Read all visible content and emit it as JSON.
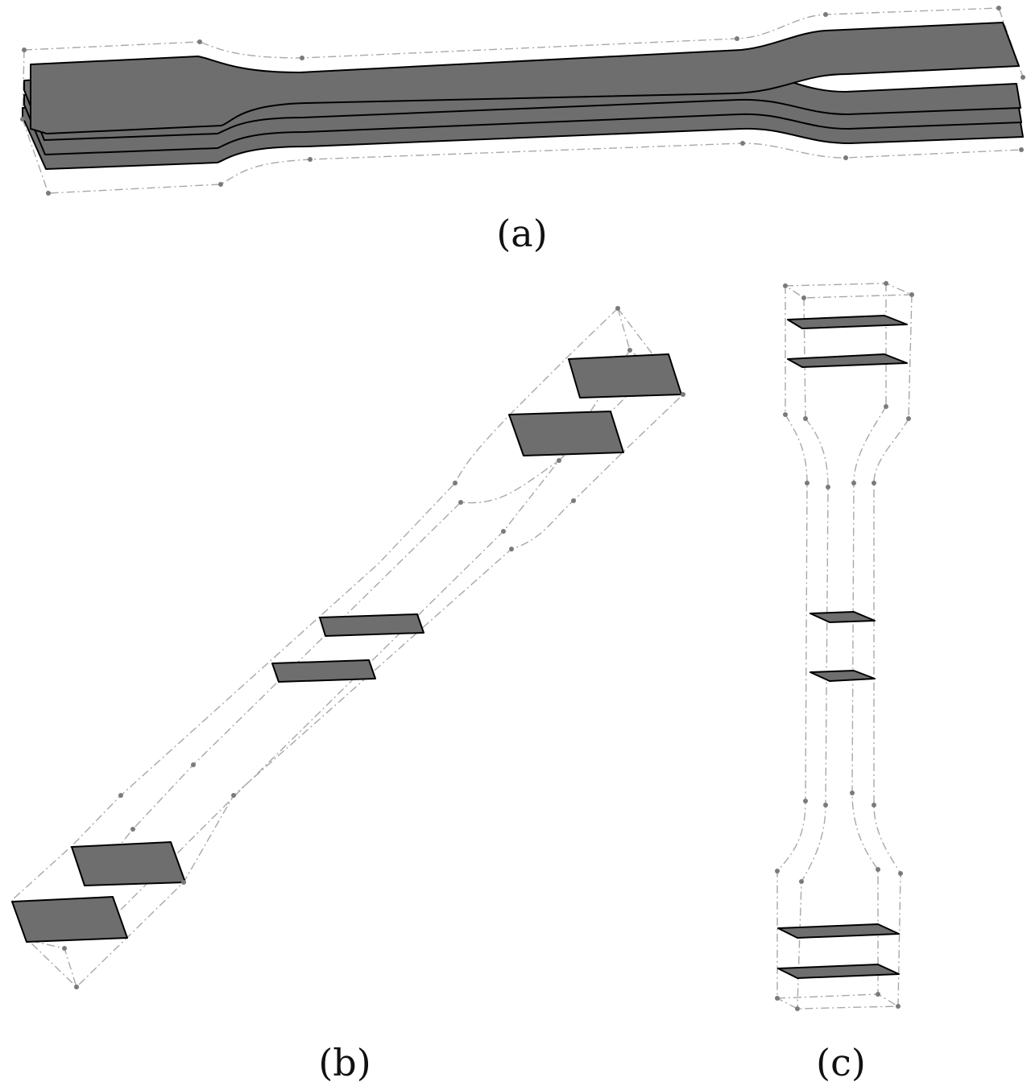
{
  "figure": {
    "panels": [
      {
        "id": "a",
        "label": "(a)"
      },
      {
        "id": "b",
        "label": "(b)"
      },
      {
        "id": "c",
        "label": "(c)"
      }
    ]
  },
  "colors": {
    "plate_fill": "#6e6e6e",
    "plate_edge": "#000000",
    "guide_line": "#a8a8a8",
    "node": "#7a7a7a",
    "background": "#ffffff"
  }
}
